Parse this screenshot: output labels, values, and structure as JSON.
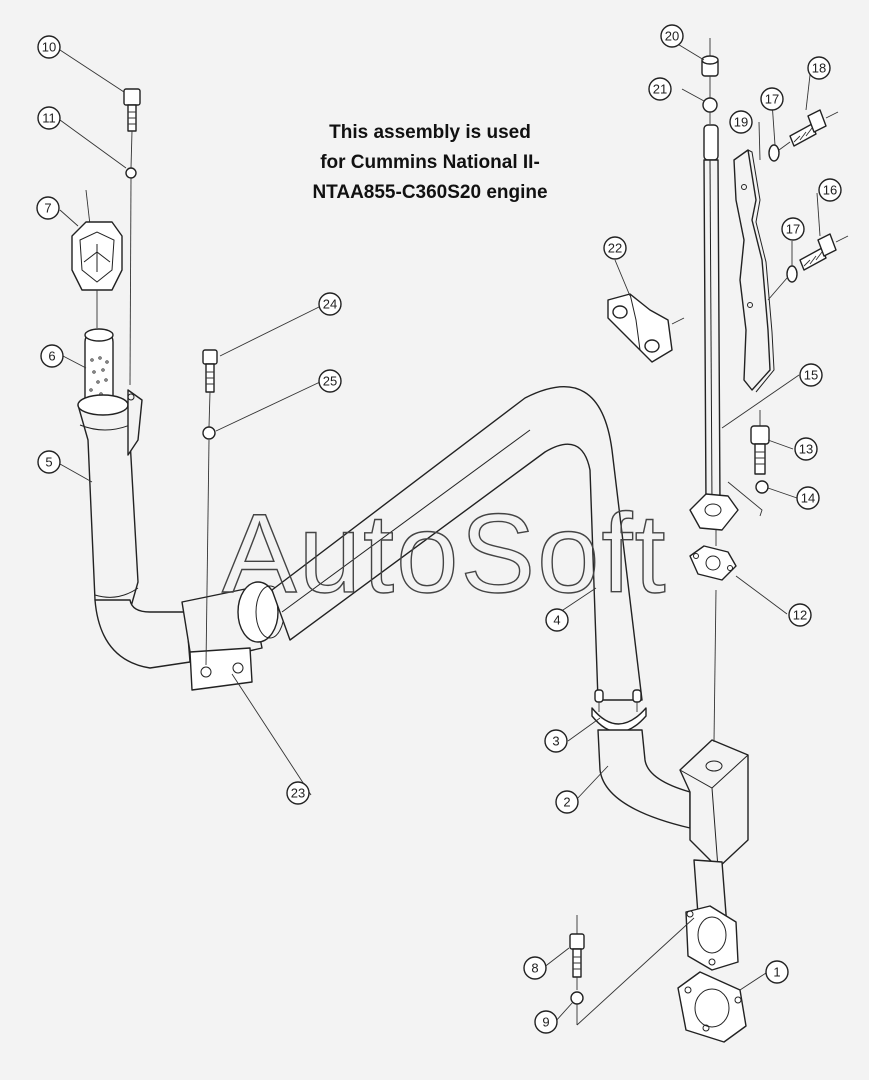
{
  "note": {
    "line1": "This assembly is used",
    "line2": "for Cummins National II-",
    "line3": "NTAA855-C360S20 engine"
  },
  "watermark": "AutoSoft",
  "callouts": [
    "1",
    "2",
    "3",
    "4",
    "5",
    "6",
    "7",
    "8",
    "9",
    "10",
    "11",
    "12",
    "13",
    "14",
    "15",
    "16",
    "17",
    "17",
    "18",
    "19",
    "20",
    "21",
    "22",
    "23",
    "24",
    "25"
  ],
  "colors": {
    "background": "#f3f3f3",
    "line": "#222222"
  }
}
